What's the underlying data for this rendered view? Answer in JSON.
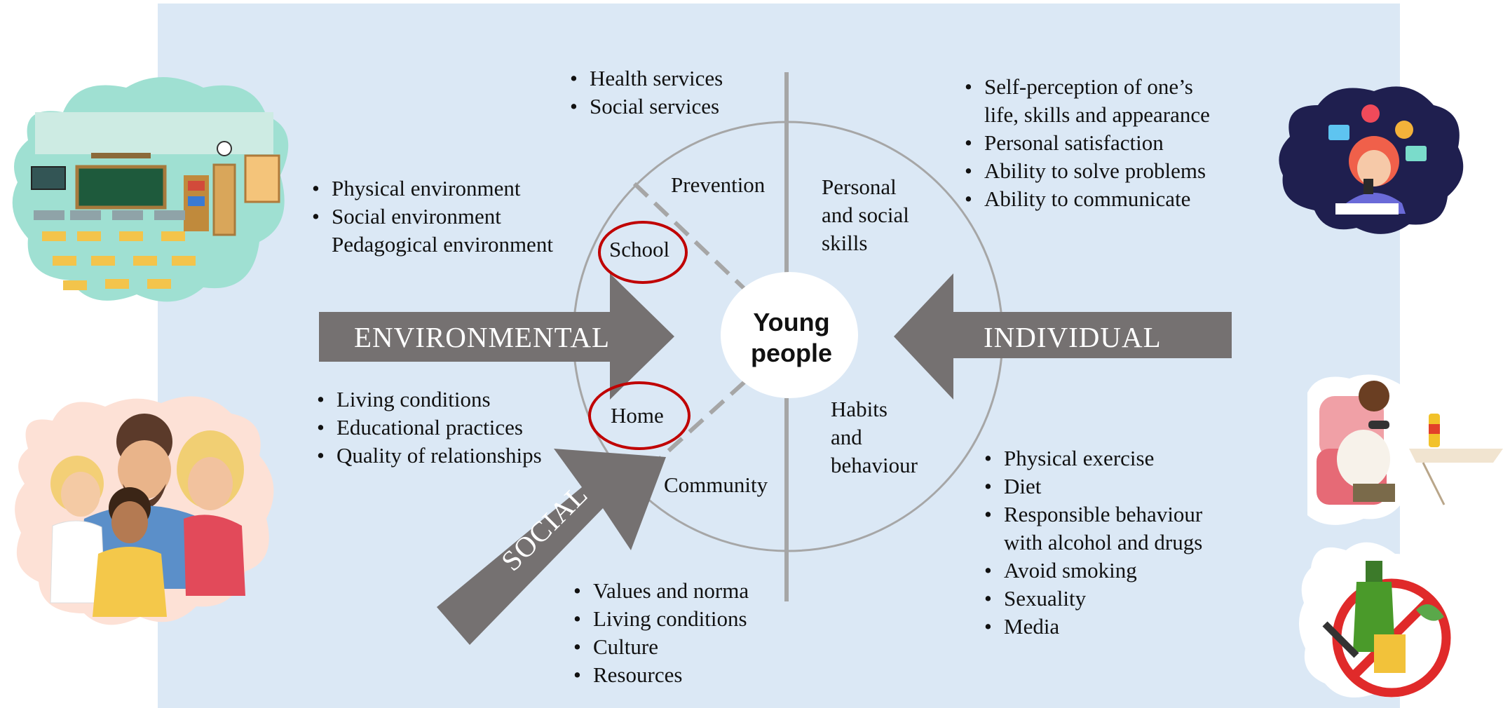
{
  "center": {
    "line1": "Young",
    "line2": "people"
  },
  "arrows": {
    "environmental": "ENVIRONMENTAL",
    "individual": "INDIVIDUAL",
    "social": "SOCIAL"
  },
  "quadrants": {
    "prevention": "Prevention",
    "personal_social": [
      "Personal",
      "and social",
      "skills"
    ],
    "habits": [
      "Habits",
      "and",
      "behaviour"
    ],
    "community": "Community"
  },
  "settings": {
    "school": "School",
    "home": "Home"
  },
  "lists": {
    "services": [
      "Health services",
      "Social services"
    ],
    "school_env": [
      "Physical environment",
      "Social environment",
      "Pedagogical environment"
    ],
    "home_items": [
      "Living conditions",
      "Educational practices",
      "Quality of relationships"
    ],
    "community_items": [
      "Values and norma",
      "Living conditions",
      "Culture",
      "Resources"
    ],
    "skills_items": [
      [
        "Self-perception of one’s",
        "life, skills and appearance"
      ],
      [
        "Personal satisfaction"
      ],
      [
        "Ability to solve problems"
      ],
      [
        "Ability to communicate"
      ]
    ],
    "habits_items": [
      [
        "Physical exercise"
      ],
      [
        "Diet"
      ],
      [
        "Responsible behaviour",
        "with alcohol and drugs"
      ],
      [
        "Avoid smoking"
      ],
      [
        "Sexuality"
      ],
      [
        "Media"
      ]
    ]
  },
  "illustrations": [
    "classroom-illustration",
    "family-illustration",
    "teen-phone-illustration",
    "gaming-sofa-illustration",
    "no-substances-illustration"
  ],
  "colors": {
    "panel": "#dbe8f5",
    "arrow": "#757171",
    "ring": "#a6a6a6",
    "highlight": "#c00000"
  }
}
